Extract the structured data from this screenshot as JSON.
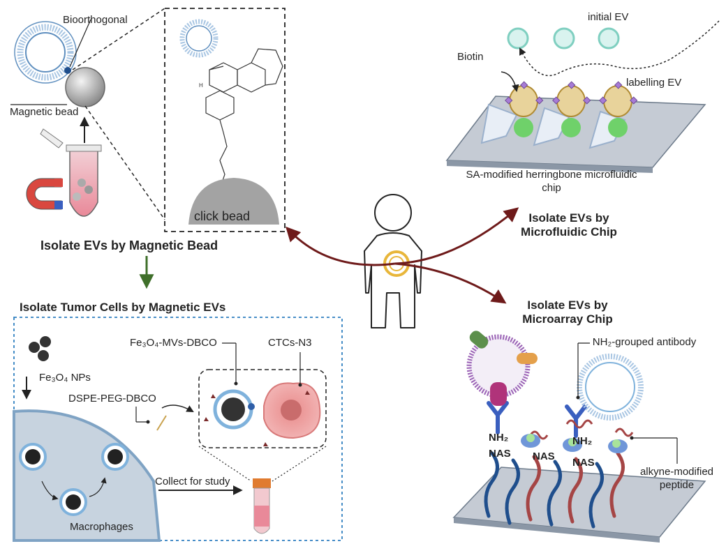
{
  "colors": {
    "arrow_red": "#6e1a1a",
    "arrow_green": "#3f6f2a",
    "box_dash_blue": "#2f7fc0",
    "membrane_blue": "#7fb2dc",
    "vesicle_purple": "#9b63b6",
    "diamond_purple": "#a77bd6",
    "gold": "#c9a24e",
    "green_antigen": "#6fd16a",
    "cell_gray": "#c7d3df",
    "chip_gray": "#c5cbd4"
  },
  "labels": {
    "bioorthogonal": "Bioorthogonal",
    "magnetic_bead": "Magnetic bead",
    "click_bead": "click bead",
    "isolate_magnetic": "Isolate EVs by Magnetic Bead",
    "isolate_tumor": "Isolate Tumor Cells by Magnetic EVs",
    "fe3o4_nps": "Fe₃O₄ NPs",
    "fe3o4_mvs": "Fe₃O₄-MVs-DBCO",
    "ctcs": "CTCs-N3",
    "dspe": "DSPE-PEG-DBCO",
    "collect": "Collect for study",
    "macrophages": "Macrophages",
    "initial_ev": "initial EV",
    "biotin": "Biotin",
    "labelling_ev": "labelling EV",
    "sa_chip": "SA-modified herringbone microfluidic chip",
    "isolate_microfluidic": "Isolate EVs by Microfluidic Chip",
    "isolate_microarray": "Isolate EVs by Microarray Chip",
    "nh2_antibody": "NH₂-grouped antibody",
    "nh2_a": "NH₂",
    "nas_a": "NAS",
    "nas_b": "NAS",
    "nh2_b": "NH₂",
    "nas_c": "NAS",
    "alkyne_peptide": "alkyne-modified peptide",
    "h_label": "H"
  },
  "icons": [
    "liposome-icon",
    "magnetic-bead-icon",
    "magnet-icon",
    "tube-icon",
    "child-silhouette-icon",
    "microfluidic-chip-icon",
    "microarray-chip-icon",
    "antibody-icon",
    "ctc-cell-icon",
    "macrophage-icon"
  ]
}
